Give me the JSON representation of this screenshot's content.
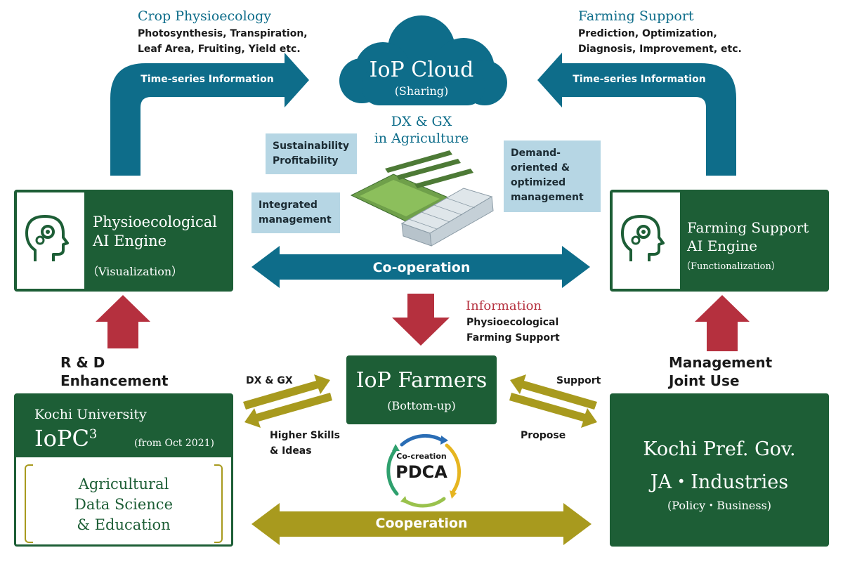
{
  "crop": {
    "title": "Crop Physioecology",
    "line1": "Photosynthesis, Transpiration,",
    "line2": "Leaf Area, Fruiting, Yield etc."
  },
  "farming_support": {
    "title": "Farming Support",
    "line1": "Prediction, Optimization,",
    "line2": "Diagnosis, Improvement, etc."
  },
  "left_arrow_label": "Time-series Information",
  "right_arrow_label": "Time-series Information",
  "cloud": {
    "title": "IoP Cloud",
    "subtitle": "(Sharing)"
  },
  "dxgx": {
    "line1": "DX & GX",
    "line2": "in Agriculture"
  },
  "boxes": {
    "sustainability": [
      "Sustainability",
      "Profitability"
    ],
    "integrated": [
      "Integrated",
      "management"
    ],
    "demand": [
      "Demand-",
      "oriented &",
      "optimized",
      "management"
    ]
  },
  "physio_engine": {
    "line1": "Physioecological",
    "line2": "AI Engine",
    "sub": "（Visualization）"
  },
  "farming_engine": {
    "line1": "Farming Support",
    "line2": "AI Engine",
    "sub": "（Functionalization）"
  },
  "cooperation_top": "Co-operation",
  "information": {
    "title": "Information",
    "line1": "Physioecological",
    "line2": "Farming Support"
  },
  "rnd": {
    "line1": "R & D",
    "line2": "Enhancement"
  },
  "management": {
    "line1": "Management",
    "line2": "Joint Use"
  },
  "farmers": {
    "title": "IoP Farmers",
    "sub": "(Bottom-up)"
  },
  "left_exchange": {
    "top": "DX & GX",
    "bottom1": "Higher Skills",
    "bottom2": "& Ideas"
  },
  "right_exchange": {
    "top": "Support",
    "bottom": "Propose"
  },
  "pdca": {
    "small": "Co-creation",
    "big": "PDCA"
  },
  "university": {
    "line1": "Kochi University",
    "name": "IoPC",
    "sup": "3",
    "date": "(from Oct 2021)",
    "body": [
      "Agricultural",
      "Data Science",
      "& Education"
    ]
  },
  "gov": {
    "line1": "Kochi Pref. Gov.",
    "line2": "JA・Industries",
    "sub": "(Policy・Business)"
  },
  "cooperation_bottom": "Cooperation",
  "colors": {
    "teal": "#0e6d8a",
    "dark_green": "#1d5e36",
    "red": "#b5303e",
    "olive": "#a89a1e",
    "light_blue": "#b6d6e4"
  },
  "icons": [
    "ai-head-gear-icon",
    "cloud-icon",
    "greenhouse-icon"
  ]
}
